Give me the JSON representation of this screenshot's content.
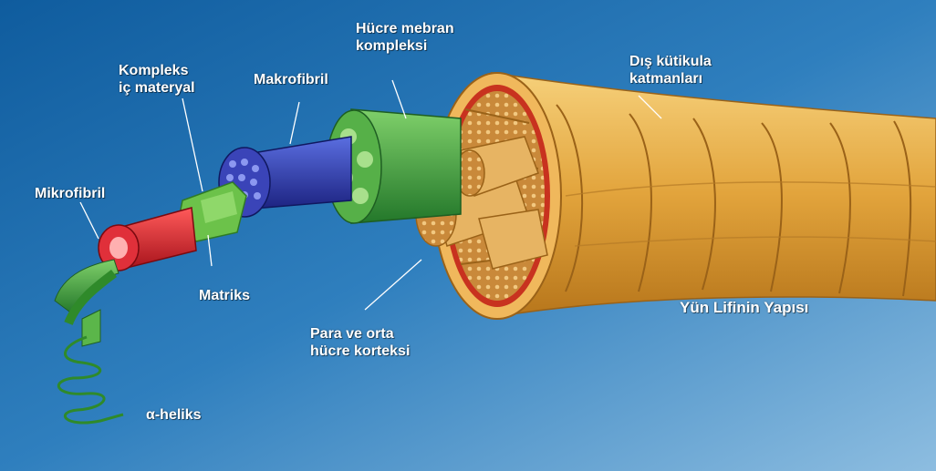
{
  "labels": {
    "hucre_mebran": [
      "Hücre mebran",
      "kompleksi"
    ],
    "dis_kutikula": [
      "Dış kütikula",
      "katmanları"
    ],
    "kompleks": [
      "Kompleks",
      "iç materyal"
    ],
    "makrofibril": "Makrofibril",
    "mikrofibril": "Mikrofibril",
    "matriks": "Matriks",
    "para_orta": [
      "Para ve orta",
      "hücre korteksi"
    ],
    "alfa_heliks": "α-heliks",
    "title": "Yün Lifinin Yapısı"
  },
  "colors": {
    "background_top": "#1565a6",
    "background_bottom": "#7fb4d8",
    "cuticle": "#e0a33a",
    "cortex_cell": "#d8a45a",
    "membrane_green": "#3f9a3a",
    "macrofibril_blue": "#2b36a8",
    "microfibril_red": "#d8232f",
    "matrix_green": "#6cc24a",
    "label_text": "#ffffff"
  },
  "icons": {
    "helix": "alpha-helix-icon",
    "fiber": "wool-fiber-icon"
  }
}
